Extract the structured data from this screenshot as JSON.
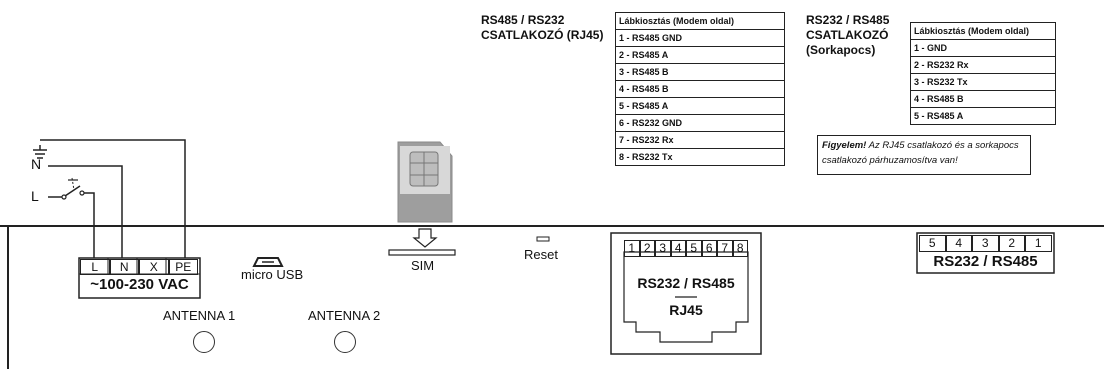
{
  "wiring": {
    "line_n": "N",
    "line_l": "L"
  },
  "rs485_header": {
    "line1": "RS485 / RS232",
    "line2": "CSATLAKOZÓ (RJ45)"
  },
  "rj45_pinout": {
    "title": "Lábkiosztás (Modem oldal)",
    "rows": [
      "1 - RS485 GND",
      "2 - RS485 A",
      "3 - RS485 B",
      "4 - RS485 B",
      "5 - RS485 A",
      "6 - RS232 GND",
      "7 - RS232 Rx",
      "8 - RS232 Tx"
    ]
  },
  "rs232_header": {
    "line1": "RS232 / RS485",
    "line2": "CSATLAKOZÓ",
    "line3": "(Sorkapocs)"
  },
  "terminal_pinout": {
    "title": "Lábkiosztás (Modem oldal)",
    "rows": [
      "1 - GND",
      "2 - RS232 Rx",
      "3 - RS232 Tx",
      "4 - RS485 B",
      "5 - RS485 A"
    ]
  },
  "note": {
    "bold": "Figyelem!",
    "text": " Az RJ45 csatlakozó és a sorkapocs csatlakozó párhuzamosítva van!"
  },
  "power_terminal": {
    "pins": [
      "L",
      "N",
      "X",
      "PE"
    ],
    "label": "~100-230 VAC"
  },
  "usb_label": "micro USB",
  "sim_label": "SIM",
  "reset_label": "Reset",
  "antenna1_label": "ANTENNA 1",
  "antenna2_label": "ANTENNA 2",
  "rj45_port": {
    "pins": [
      "1",
      "2",
      "3",
      "4",
      "5",
      "6",
      "7",
      "8"
    ],
    "label1": "RS232 / RS485",
    "label2": "RJ45"
  },
  "terminal_block": {
    "pins": [
      "5",
      "4",
      "3",
      "2",
      "1"
    ],
    "label": "RS232 / RS485"
  }
}
